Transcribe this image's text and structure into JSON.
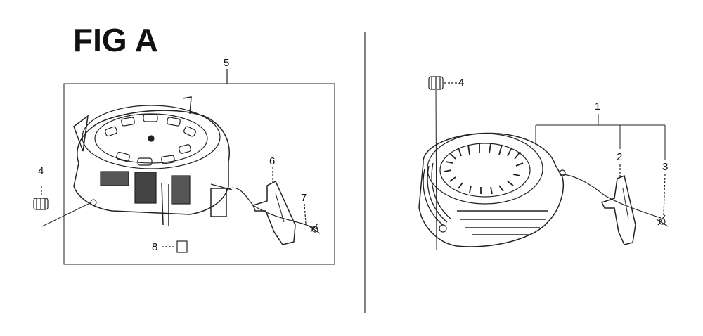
{
  "figure": {
    "title": "FIG A"
  },
  "callouts": {
    "left_assembly": "5",
    "left_nut": "4",
    "left_handle": "6",
    "left_rope": "7",
    "left_clip": "8",
    "right_nut": "4",
    "right_assembly": "1",
    "right_handle": "2",
    "right_rope": "3"
  },
  "colors": {
    "line": "#222222",
    "background": "#ffffff"
  }
}
